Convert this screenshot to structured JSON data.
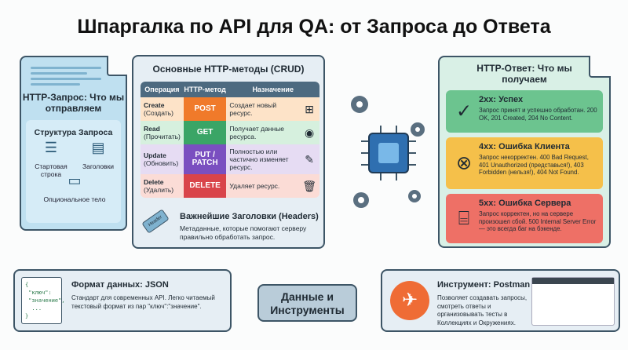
{
  "title": "Шпаргалка по API для QA: от Запроса до Ответа",
  "request": {
    "title": "HTTP-Запрос: Что мы отправляем",
    "structure_title": "Структура Запроса",
    "items": [
      "Стартовая строка",
      "Заголовки",
      "Опциональное тело"
    ]
  },
  "methods": {
    "title": "Основные HTTP-методы (CRUD)",
    "headers": [
      "Операция",
      "HTTP-метод",
      "Назначение"
    ],
    "rows": [
      {
        "op": "Create",
        "op_ru": "(Создать)",
        "method": "POST",
        "desc": "Создает новый ресурс.",
        "icon": "plus-icon",
        "bg": "#fde3c8",
        "color": "#f07a2a"
      },
      {
        "op": "Read",
        "op_ru": "(Прочитать)",
        "method": "GET",
        "desc": "Получает данные ресурса.",
        "icon": "eye-icon",
        "bg": "#d6f0de",
        "color": "#3aa566"
      },
      {
        "op": "Update",
        "op_ru": "(Обновить)",
        "method": "PUT / PATCH",
        "desc": "Полностью или частично изменяет ресурс.",
        "icon": "edit-icon",
        "bg": "#e6dcf3",
        "color": "#7a4fc0"
      },
      {
        "op": "Delete",
        "op_ru": "(Удалить)",
        "method": "DELETE",
        "desc": "Удаляет ресурс.",
        "icon": "trash-icon",
        "bg": "#fbdcd6",
        "color": "#d9444a"
      }
    ],
    "headers_tag": "Header",
    "headers_title": "Важнейшие Заголовки (Headers)",
    "headers_desc": "Метаданные, которые помогают серверу правильно обработать запрос."
  },
  "response": {
    "title": "HTTP-Ответ: Что мы получаем",
    "statuses": [
      {
        "title": "2xx: Успех",
        "desc": "Запрос принят и успешно обработан. 200 OK, 201 Created, 204 No Content.",
        "color": "#6cc48f"
      },
      {
        "title": "4xx: Ошибка Клиента",
        "desc": "Запрос некорректен. 400 Bad Request, 401 Unauthorized (представься!), 403 Forbidden (нельзя!), 404 Not Found.",
        "color": "#f5c04a"
      },
      {
        "title": "5xx: Ошибка Сервера",
        "desc": "Запрос корректен, но на сервере произошел сбой. 500 Internal Server Error — это всегда баг на бэкенде.",
        "color": "#ee7066"
      }
    ]
  },
  "json": {
    "code": "{\n \"ключ\":\n \"значение\",\n  ...\n}",
    "title": "Формат данных: JSON",
    "desc": "Стандарт для современных API. Легко читаемый текстовый формат из пар \"ключ\":\"значение\"."
  },
  "center": "Данные и Инструменты",
  "postman": {
    "title": "Инструмент: Postman",
    "desc": "Позволяет создавать запросы, смотреть ответы и организовывать тесты в Коллекциях и Окружениях."
  }
}
